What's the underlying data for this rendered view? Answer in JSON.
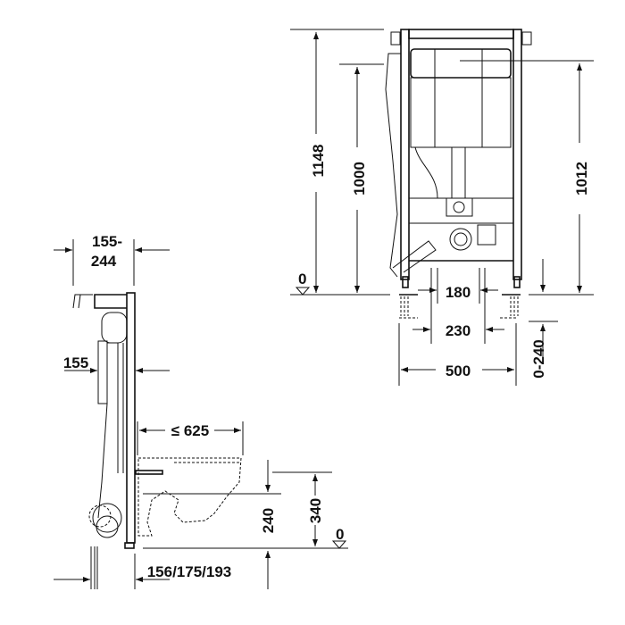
{
  "drawing": {
    "front_view": {
      "dimensions": {
        "total_height": "1148",
        "height_1000": "1000",
        "height_1012": "1012",
        "floor_level": "0",
        "spacing_180": "180",
        "spacing_230": "230",
        "width_500": "500",
        "foot_adjust": "0-240"
      }
    },
    "side_view": {
      "dimensions": {
        "depth_range_line1": "155-",
        "depth_range_line2": "244",
        "depth_155": "155",
        "bowl_length": "≤ 625",
        "height_240": "240",
        "height_340": "340",
        "floor_level": "0",
        "frame_depths": "156/175/193"
      }
    },
    "colors": {
      "line": "#111111",
      "background": "#ffffff"
    }
  }
}
